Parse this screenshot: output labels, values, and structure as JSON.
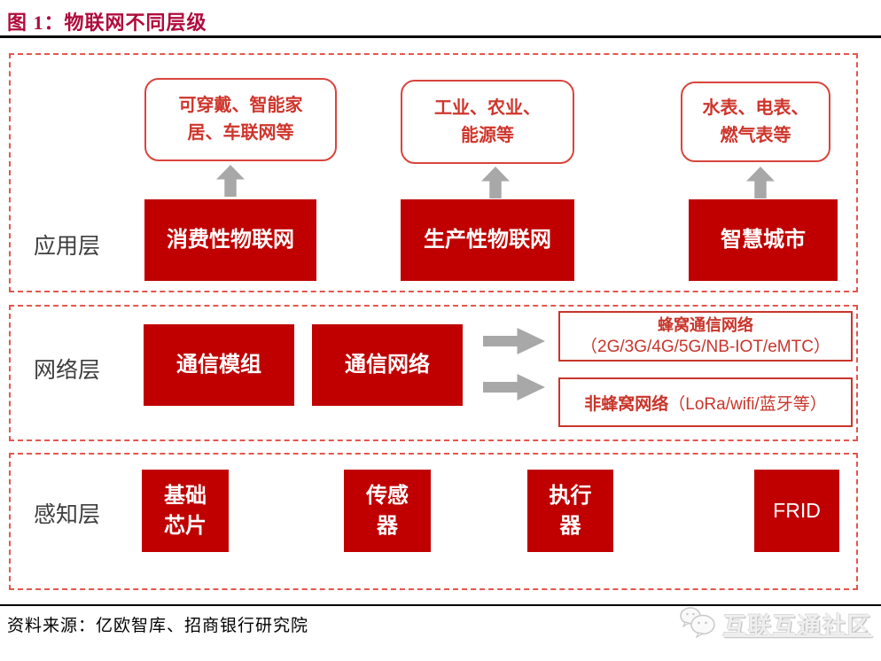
{
  "figure": {
    "title": "图 1：物联网不同层级"
  },
  "layers": {
    "application": {
      "label": "应用层",
      "bubbles": [
        {
          "text": "可穿戴、智能家\n居、车联网等"
        },
        {
          "text": "工业、农业、\n能源等"
        },
        {
          "text": "水表、电表、\n燃气表等"
        }
      ],
      "boxes": [
        {
          "text": "消费性物联网"
        },
        {
          "text": "生产性物联网"
        },
        {
          "text": "智慧城市"
        }
      ]
    },
    "network": {
      "label": "网络层",
      "boxes": [
        {
          "text": "通信模组"
        },
        {
          "text": "通信网络"
        }
      ],
      "targets": [
        {
          "name": "蜂窝通信网络",
          "detail": "（2G/3G/4G/5G/NB-IOT/eMTC）"
        },
        {
          "name": "非蜂窝网络",
          "detail": "（LoRa/wifi/蓝牙等）"
        }
      ]
    },
    "perception": {
      "label": "感知层",
      "boxes": [
        {
          "text": "基础\n芯片"
        },
        {
          "text": "传感\n器"
        },
        {
          "text": "执行\n器"
        },
        {
          "text": "FRID"
        }
      ]
    }
  },
  "footer": {
    "source": "资料来源：亿欧智库、招商银行研究院",
    "watermark": "互联互通社区"
  },
  "colors": {
    "fill_red": "#c00000",
    "accent_red": "#c9352b",
    "title_red": "#b00b3c",
    "dashed_red": "#e4564e",
    "arrow_gray": "#a8a8a8"
  },
  "icons": {
    "up_arrow": "arrow-up-icon",
    "right_arrow": "arrow-right-icon",
    "watermark_logo": "chat-bubbles-icon"
  }
}
